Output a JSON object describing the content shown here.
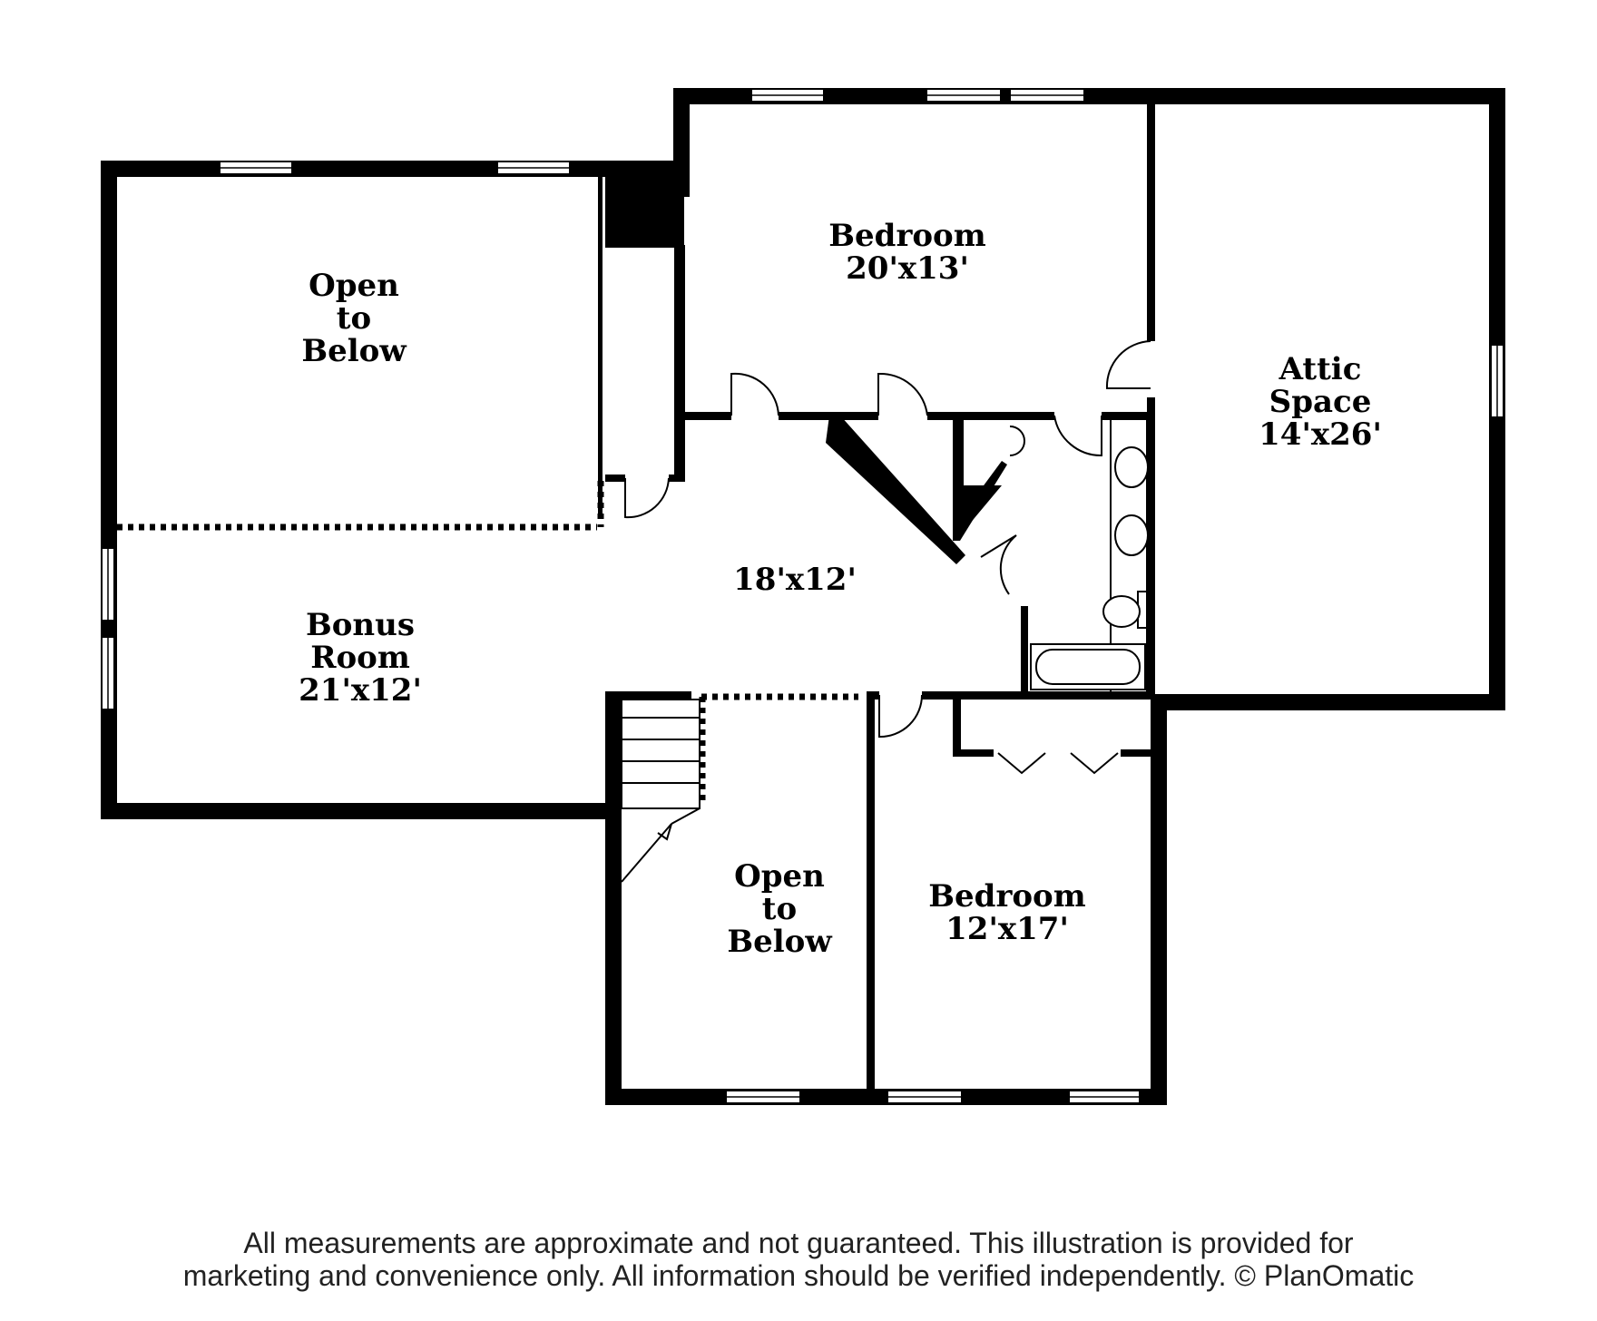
{
  "rooms": {
    "open_below_top": {
      "line1": "Open",
      "line2": "to",
      "line3": "Below"
    },
    "bedroom_top": {
      "name": "Bedroom",
      "size": "20'x13'"
    },
    "attic": {
      "line1": "Attic",
      "line2": "Space",
      "size": "14'x26'"
    },
    "hall": {
      "size": "18'x12'"
    },
    "bonus": {
      "line1": "Bonus",
      "line2": "Room",
      "size": "21'x12'"
    },
    "open_below_bottom": {
      "line1": "Open",
      "line2": "to",
      "line3": "Below"
    },
    "bedroom_bottom": {
      "name": "Bedroom",
      "size": "12'x17'"
    }
  },
  "disclaimer": {
    "line1": "All measurements are approximate and not guaranteed. This illustration is provided for",
    "line2": "marketing and convenience only. All information should be verified independently. © PlanOmatic"
  }
}
